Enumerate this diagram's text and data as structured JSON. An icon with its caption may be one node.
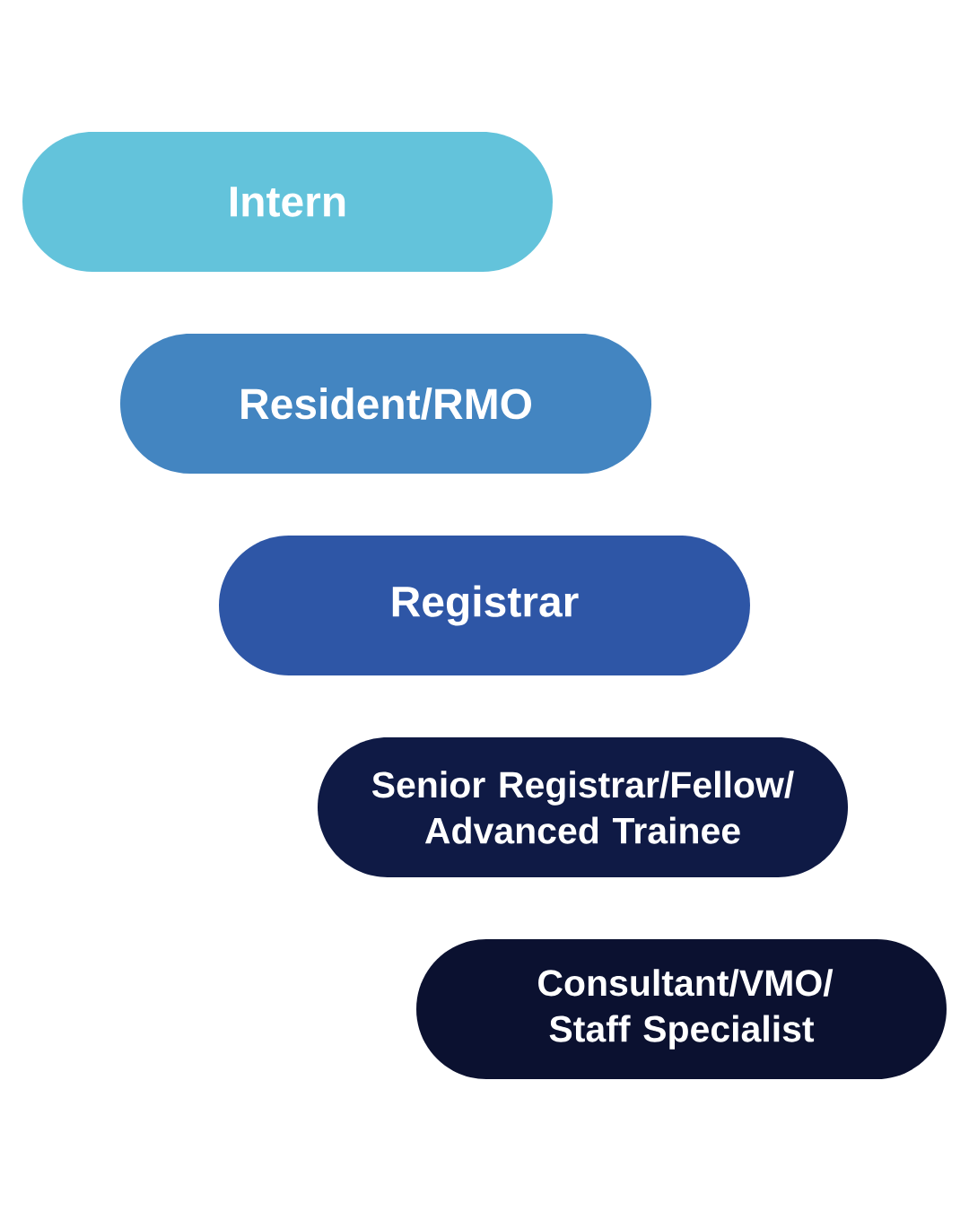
{
  "diagram": {
    "nodes": [
      {
        "text": [
          "Intern"
        ]
      },
      {
        "text": [
          "Resident/RMO"
        ]
      },
      {
        "text": [
          "Registrar"
        ]
      },
      {
        "text": [
          "Senior Registrar/Fellow/ Advanced Trainee"
        ]
      },
      {
        "text": [
          "Consultant/VMO/ Staff Specialist"
        ]
      }
    ]
  }
}
